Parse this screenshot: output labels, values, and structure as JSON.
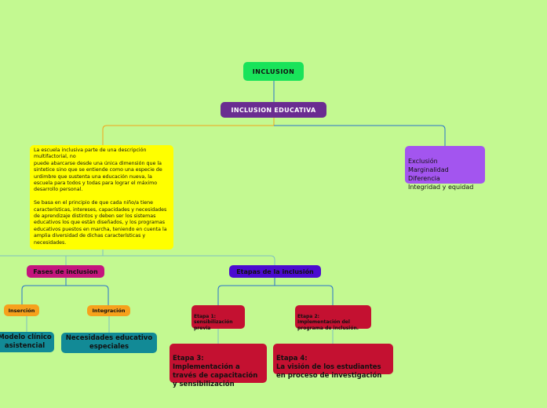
{
  "colors": {
    "background": "#c3f991",
    "root": "#19e35a",
    "level1": "#6a2c91",
    "yellow": "#ffff00",
    "purple_light": "#a355ef",
    "magenta": "#c4157d",
    "indigo": "#4b0bd0",
    "orange": "#f6a11c",
    "teal": "#128a96",
    "red": "#c41131",
    "line_orange": "#f1a51a",
    "line_blue": "#2a73c9",
    "line_teal": "#7fbfbf"
  },
  "nodes": {
    "inclusion": "INCLUSION",
    "inclusion_educativa": "INCLUSION EDUCATIVA",
    "description_1": "La escuela inclusiva parte de una descripción multifactorial, no\npuede abarcarse desde una única dimensión que la sintetice sino que se entiende como una especie de urdimbre que sustenta una educación nueva, la escuela para todos y todas para lograr el máximo desarrollo personal.",
    "description_2": "Se basa en el principio de que cada niño/a tiene características, intereses, capacidades y necesidades de aprendizaje distintos y deben ser los sistemas educativos los que están diseñados, y los programas educativos puestos en marcha, teniendo en cuenta la amplia diversidad de dichas características y necesidades.",
    "exclusion_list": "Exclusión\nMarginalidad\nDiferencia\nIntegridad y equidad",
    "fases": "Fases de inclusion",
    "etapas": "Etapas de la inclusión",
    "insercion": "Inserción",
    "integracion": "Integración",
    "modelo_clinico": "Modelo clínico\nasistencial",
    "necesidades": "Necesidades educativo\nespeciales",
    "etapa1": "Etapa 1:\nsensibilización\nprevia",
    "etapa2": "Etapa 2:\nImplementación del\nprograma de inclusión.",
    "etapa3": "Etapa 3:\nImplementación a\ntravés de capacitación\ny sensibilización",
    "etapa4": "Etapa 4:\nLa visión de los estudiantes\nen proceso de investigación"
  }
}
